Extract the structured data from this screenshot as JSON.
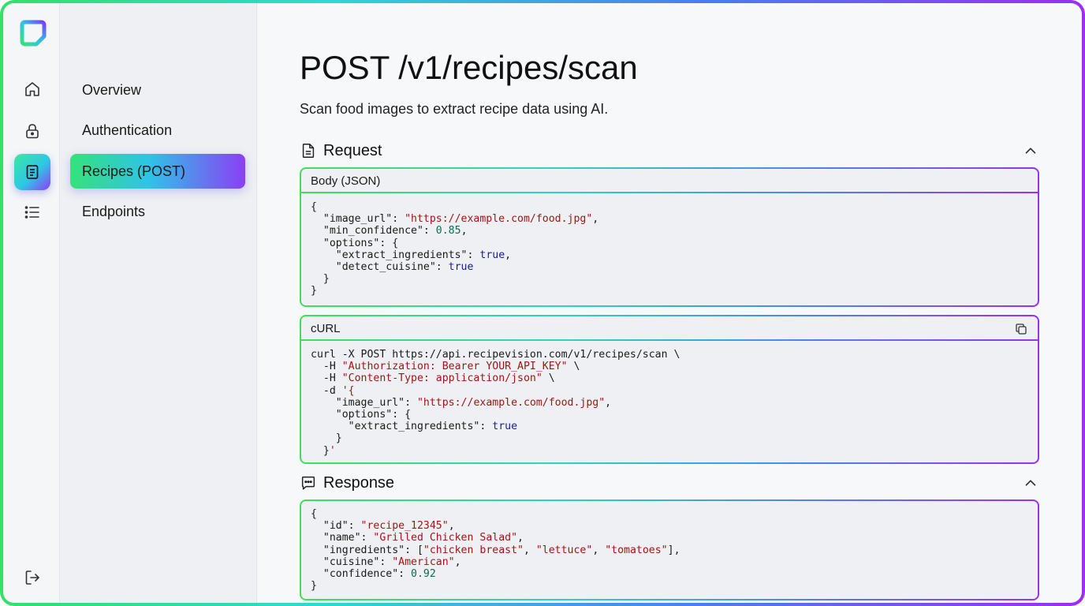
{
  "rail": {
    "items": [
      {
        "name": "home",
        "active": false
      },
      {
        "name": "lock",
        "active": false
      },
      {
        "name": "document",
        "active": true
      },
      {
        "name": "list",
        "active": false
      }
    ],
    "footer": {
      "name": "logout"
    }
  },
  "nav": {
    "items": [
      {
        "label": "Overview",
        "active": false
      },
      {
        "label": "Authentication",
        "active": false
      },
      {
        "label": "Recipes (POST)",
        "active": true
      },
      {
        "label": "Endpoints",
        "active": false
      }
    ]
  },
  "main": {
    "title": "POST /v1/recipes/scan",
    "description": "Scan food images to extract recipe data using AI.",
    "request": {
      "title": "Request",
      "body_card": {
        "label": "Body (JSON)",
        "lines": [
          [
            {
              "t": "{",
              "c": ""
            }
          ],
          [
            {
              "t": "  \"image_url\": ",
              "c": ""
            },
            {
              "t": "\"https://example.com/food.jpg\"",
              "c": "s"
            },
            {
              "t": ",",
              "c": ""
            }
          ],
          [
            {
              "t": "  \"min_confidence\": ",
              "c": ""
            },
            {
              "t": "0.85",
              "c": "n"
            },
            {
              "t": ",",
              "c": ""
            }
          ],
          [
            {
              "t": "  \"options\": {",
              "c": ""
            }
          ],
          [
            {
              "t": "    \"extract_ingredients\": ",
              "c": ""
            },
            {
              "t": "true",
              "c": "b"
            },
            {
              "t": ",",
              "c": ""
            }
          ],
          [
            {
              "t": "    \"detect_cuisine\": ",
              "c": ""
            },
            {
              "t": "true",
              "c": "b"
            }
          ],
          [
            {
              "t": "  }",
              "c": ""
            }
          ],
          [
            {
              "t": "}",
              "c": ""
            }
          ]
        ]
      },
      "curl_card": {
        "label": "cURL",
        "lines": [
          [
            {
              "t": "curl -X POST https://api.recipevision.com/v1/recipes/scan \\",
              "c": ""
            }
          ],
          [
            {
              "t": "  -H ",
              "c": ""
            },
            {
              "t": "\"Authorization: Bearer YOUR_API_KEY\"",
              "c": "s"
            },
            {
              "t": " \\",
              "c": ""
            }
          ],
          [
            {
              "t": "  -H ",
              "c": ""
            },
            {
              "t": "\"Content-Type: application/json\"",
              "c": "s"
            },
            {
              "t": " \\",
              "c": ""
            }
          ],
          [
            {
              "t": "  -d ",
              "c": ""
            },
            {
              "t": "'{",
              "c": "s"
            }
          ],
          [
            {
              "t": "    \"image_url\": ",
              "c": ""
            },
            {
              "t": "\"https://example.com/food.jpg\"",
              "c": "s"
            },
            {
              "t": ",",
              "c": ""
            }
          ],
          [
            {
              "t": "    \"options\": {",
              "c": ""
            }
          ],
          [
            {
              "t": "      \"extract_ingredients\": ",
              "c": ""
            },
            {
              "t": "true",
              "c": "b"
            }
          ],
          [
            {
              "t": "    }",
              "c": ""
            }
          ],
          [
            {
              "t": "  }",
              "c": ""
            },
            {
              "t": "'",
              "c": "s"
            }
          ]
        ]
      }
    },
    "response": {
      "title": "Response",
      "lines": [
        [
          {
            "t": "{",
            "c": ""
          }
        ],
        [
          {
            "t": "  \"id\": ",
            "c": ""
          },
          {
            "t": "\"recipe_12345\"",
            "c": "s"
          },
          {
            "t": ",",
            "c": ""
          }
        ],
        [
          {
            "t": "  \"name\": ",
            "c": ""
          },
          {
            "t": "\"Grilled Chicken Salad\"",
            "c": "s"
          },
          {
            "t": ",",
            "c": ""
          }
        ],
        [
          {
            "t": "  \"ingredients\": [",
            "c": ""
          },
          {
            "t": "\"chicken breast\"",
            "c": "s"
          },
          {
            "t": ", ",
            "c": ""
          },
          {
            "t": "\"lettuce\"",
            "c": "s"
          },
          {
            "t": ", ",
            "c": ""
          },
          {
            "t": "\"tomatoes\"",
            "c": "s"
          },
          {
            "t": "],",
            "c": ""
          }
        ],
        [
          {
            "t": "  \"cuisine\": ",
            "c": ""
          },
          {
            "t": "\"American\"",
            "c": "s"
          },
          {
            "t": ",",
            "c": ""
          }
        ],
        [
          {
            "t": "  \"confidence\": ",
            "c": ""
          },
          {
            "t": "0.92",
            "c": "n"
          }
        ],
        [
          {
            "t": "}",
            "c": ""
          }
        ]
      ]
    }
  },
  "colors": {
    "gradient_start": "#33e06a",
    "gradient_mid": "#2fd7d0",
    "gradient_end": "#9b2ff0",
    "string": "#a31515",
    "number": "#0f6b4f",
    "boolean": "#1b1a9a"
  }
}
